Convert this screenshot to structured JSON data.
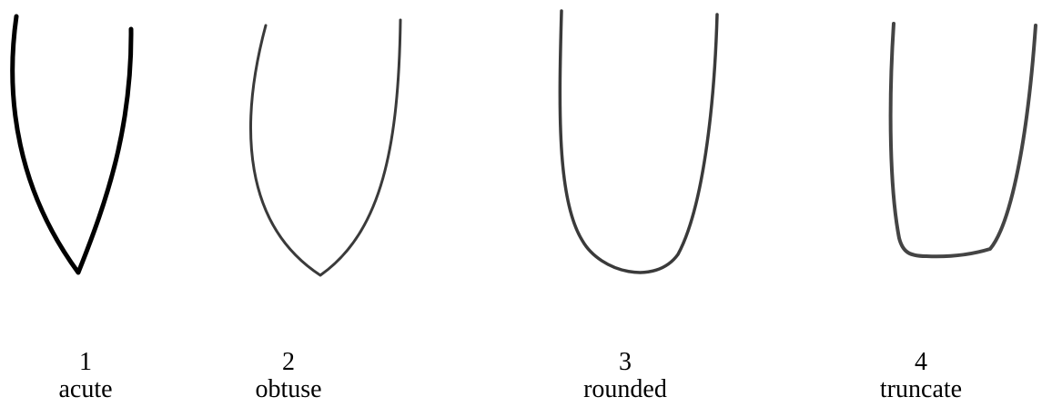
{
  "shapes": [
    {
      "number": "1",
      "term": "acute",
      "stroke": "#000000"
    },
    {
      "number": "2",
      "term": "obtuse",
      "stroke": "#3a3a3a"
    },
    {
      "number": "3",
      "term": "rounded",
      "stroke": "#3a3a3a"
    },
    {
      "number": "4",
      "term": "truncate",
      "stroke": "#444444"
    }
  ]
}
